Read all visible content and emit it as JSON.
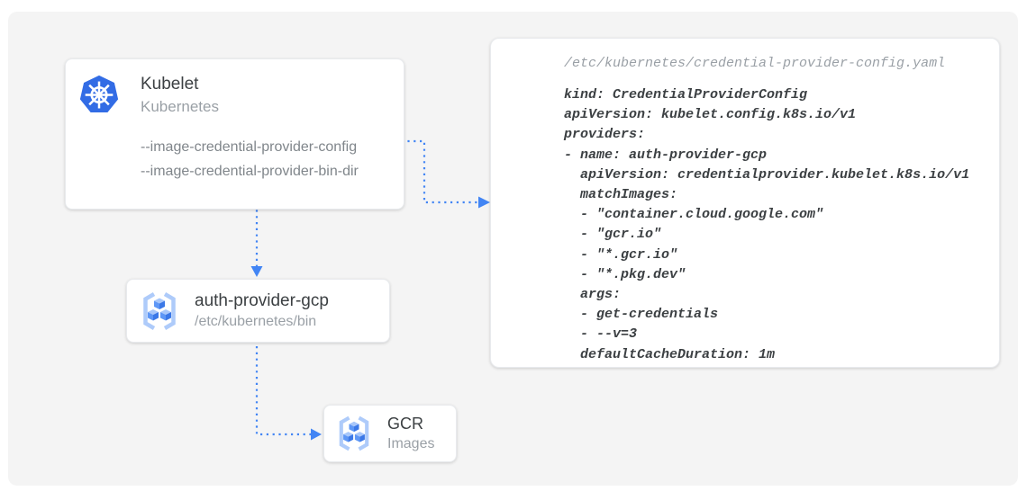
{
  "colors": {
    "arrow_blue": "#4285F4",
    "kubernetes_blue": "#326CE5",
    "registry_bracket_blue": "#AECBFA",
    "cube_top_blue": "#A8C7FA",
    "cube_left_blue": "#5E97F6",
    "cube_right_blue": "#3B78E7",
    "panel_gray": "#F4F4F4",
    "title_text": "#3C4043",
    "secondary_text": "#9AA0A6",
    "flag_text": "#80868B"
  },
  "kubelet_card": {
    "icon": "kubernetes-helm-icon",
    "title": "Kubelet",
    "subtitle": "Kubernetes",
    "flags": [
      "--image-credential-provider-config",
      "--image-credential-provider-bin-dir"
    ]
  },
  "auth_provider_card": {
    "icon": "container-registry-icon",
    "title": "auth-provider-gcp",
    "subtitle": "/etc/kubernetes/bin"
  },
  "gcr_card": {
    "icon": "container-registry-icon",
    "title": "GCR",
    "subtitle": "Images"
  },
  "config_card": {
    "file_path": "/etc/kubernetes/credential-provider-config.yaml",
    "yaml_lines": [
      "kind: CredentialProviderConfig",
      "apiVersion: kubelet.config.k8s.io/v1",
      "providers:",
      "- name: auth-provider-gcp",
      "  apiVersion: credentialprovider.kubelet.k8s.io/v1",
      "  matchImages:",
      "  - \"container.cloud.google.com\"",
      "  - \"gcr.io\"",
      "  - \"*.gcr.io\"",
      "  - \"*.pkg.dev\"",
      "  args:",
      "  - get-credentials",
      "  - --v=3",
      "  defaultCacheDuration: 1m"
    ]
  }
}
